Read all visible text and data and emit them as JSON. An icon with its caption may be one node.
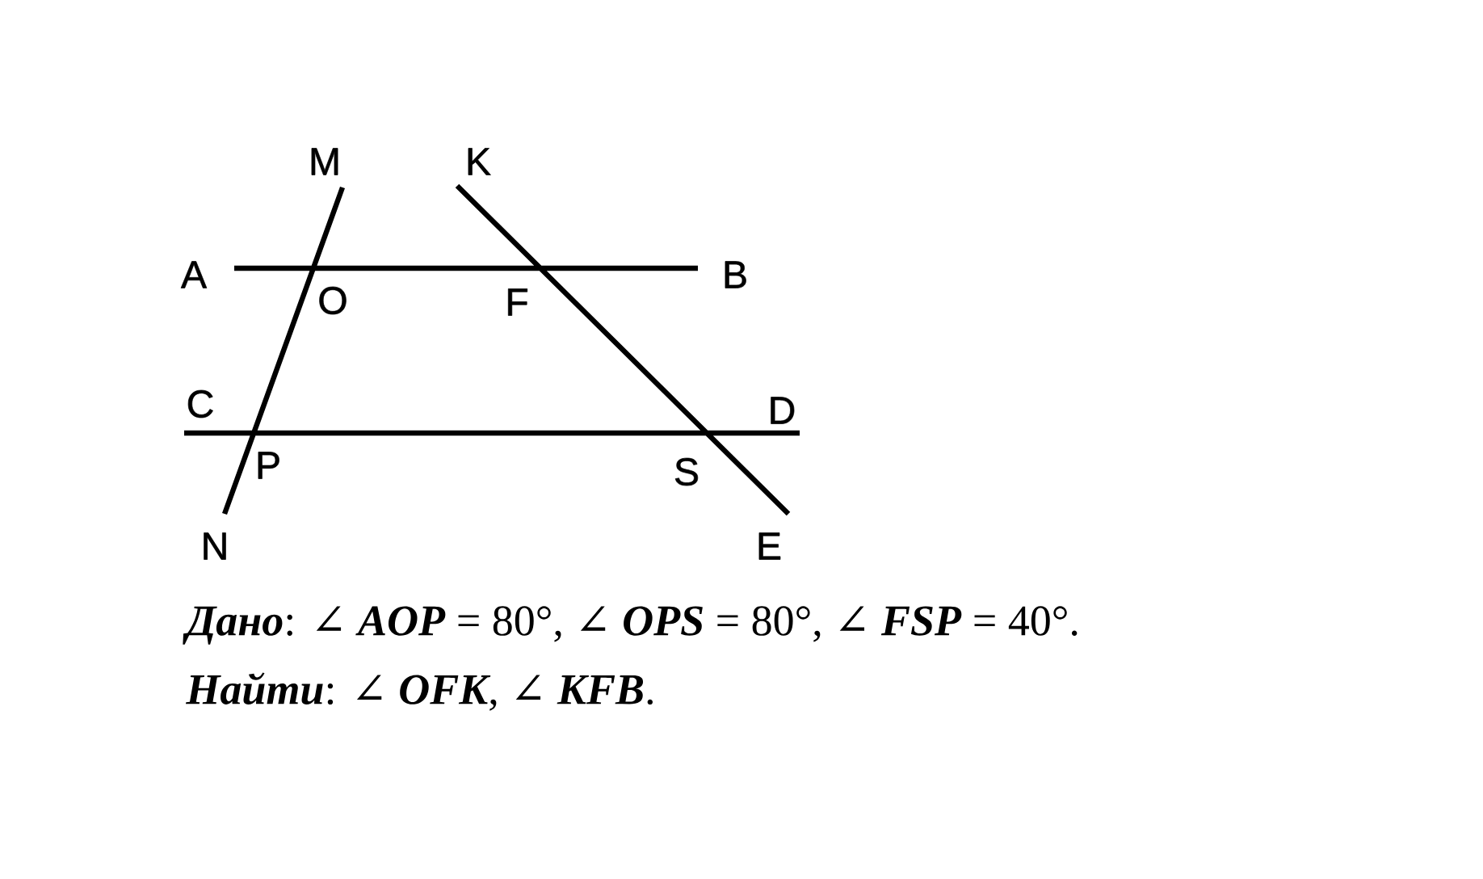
{
  "diagram": {
    "labels": [
      "M",
      "K",
      "A",
      "B",
      "O",
      "F",
      "C",
      "D",
      "P",
      "S",
      "N",
      "E",
      "**Дано**: ∠ **AOP** = 80°, ∠ **OPS** = 80°, ∠ **FSP** = 40°.",
      "**Найти**: ∠ **OFK**, ∠ **KFB**."
    ]
  }
}
